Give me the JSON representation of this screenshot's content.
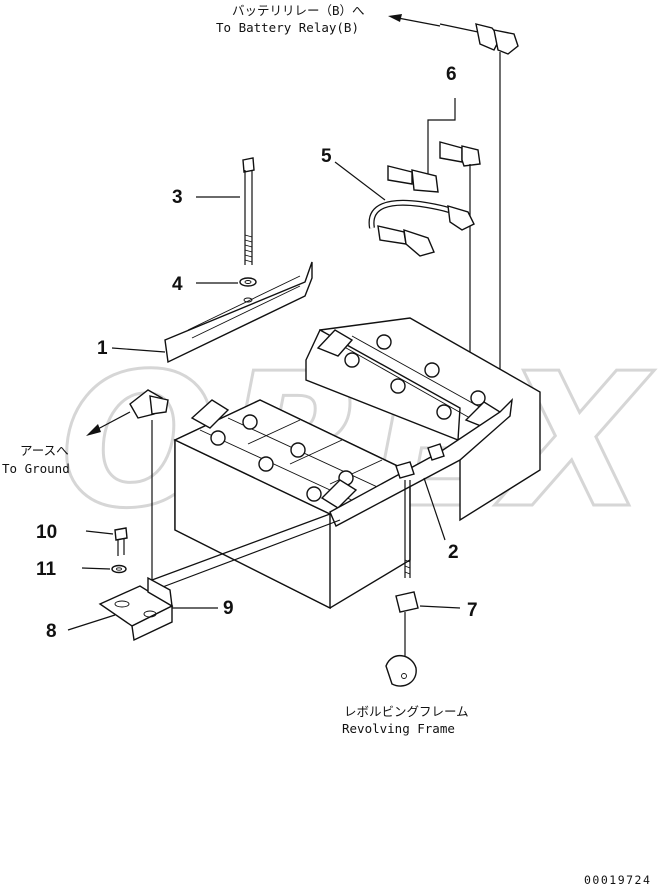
{
  "notes": {
    "battery_relay_jp": "バッテリリレー（B）へ",
    "battery_relay_en": "To Battery Relay(B)",
    "ground_jp": "アースへ",
    "ground_en": "To Ground",
    "frame_jp": "レボルビングフレーム",
    "frame_en": "Revolving Frame"
  },
  "callouts": [
    "1",
    "2",
    "3",
    "4",
    "5",
    "6",
    "7",
    "8",
    "9",
    "10",
    "11"
  ],
  "watermark": "OREX",
  "drawing_code": "00019724"
}
